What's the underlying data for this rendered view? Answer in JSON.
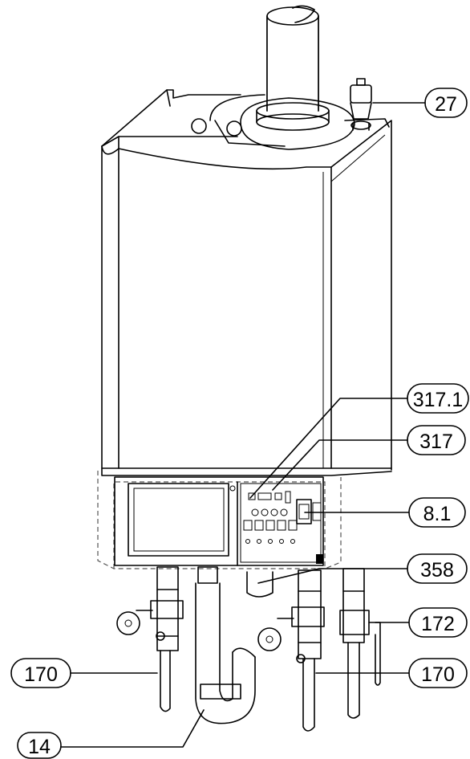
{
  "callouts": [
    {
      "id": "air-vent",
      "label": "27"
    },
    {
      "id": "control-a",
      "label": "317.1"
    },
    {
      "id": "control-b",
      "label": "317"
    },
    {
      "id": "display",
      "label": "8.1"
    },
    {
      "id": "cover",
      "label": "358"
    },
    {
      "id": "gas-valve",
      "label": "172"
    },
    {
      "id": "valve-right",
      "label": "170"
    },
    {
      "id": "valve-left",
      "label": "170"
    },
    {
      "id": "siphon",
      "label": "14"
    }
  ]
}
